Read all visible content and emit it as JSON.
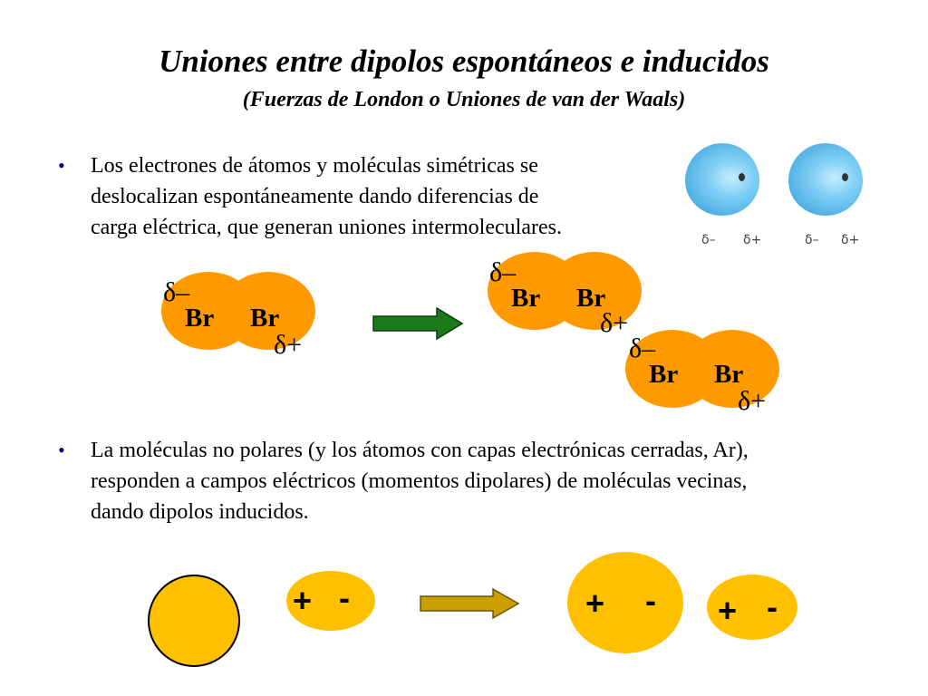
{
  "slide": {
    "title": "Uniones entre dipolos espontáneos e inducidos",
    "subtitle": "(Fuerzas de London o Uniones de van der Waals)",
    "bullet_symbol": "•",
    "bullet1": {
      "lines": [
        "Los electrones de átomos y moléculas simétricas se",
        "deslocalizan espontáneamente dando  diferencias de",
        "carga eléctrica, que generan uniones intermoleculares."
      ]
    },
    "bullet2": {
      "lines": [
        "La moléculas no polares (y los átomos con capas electrónicas cerradas, Ar),",
        "responden a campos eléctricos (momentos dipolares) de moléculas vecinas,",
        "dando dipolos inducidos."
      ]
    }
  },
  "labels": {
    "br": "Br",
    "delta_minus": "δ–",
    "delta_plus": "δ+",
    "plus": "+",
    "minus": "-"
  },
  "colors": {
    "br_molecule": "#ff9900",
    "arrow_green": "#1a7a1a",
    "arrow_gold": "#c9a000",
    "ball_yellow": "#ffc000",
    "bullet_dot": "#00008b"
  }
}
